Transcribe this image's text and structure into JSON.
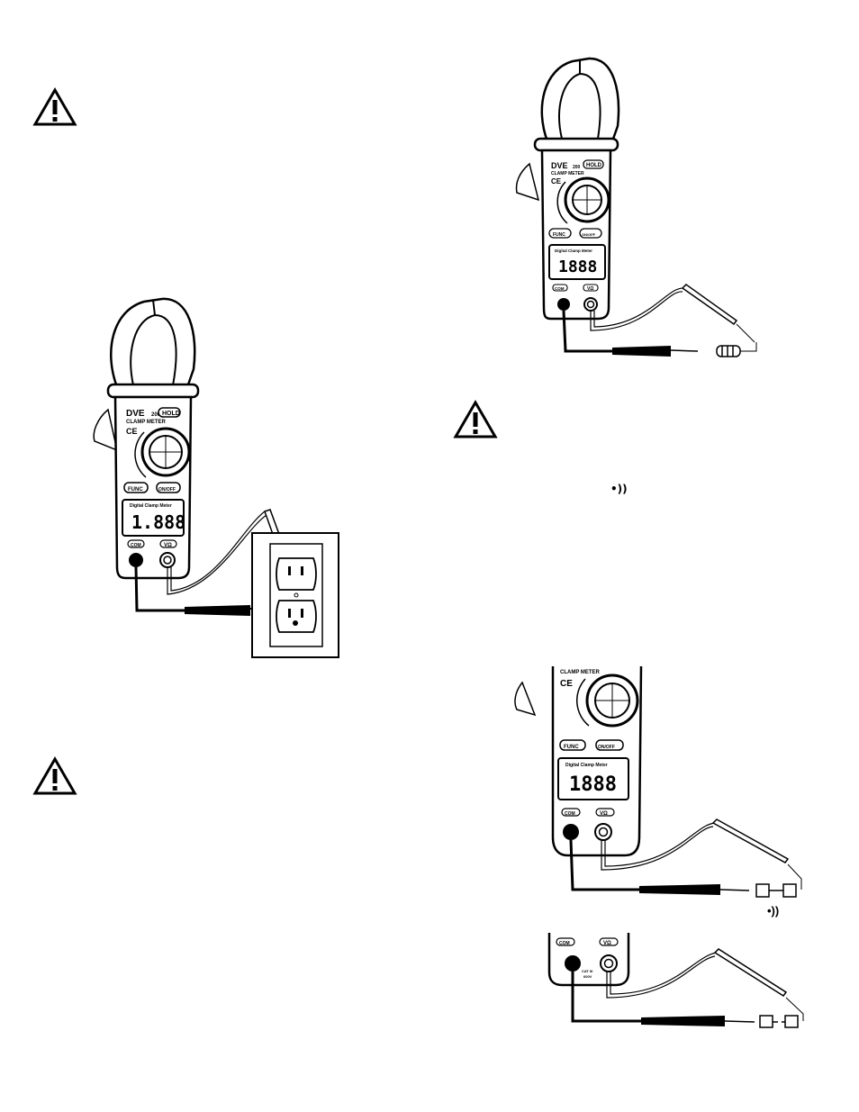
{
  "meter_a": {
    "brand": "DVE",
    "model": "200",
    "title": "CLAMP METER",
    "hold": "HOLD",
    "func_left": "FUNC",
    "func_right": "ON/OFF",
    "lcd_label": "Digital Clamp Meter",
    "lcd_digits": "1.888",
    "lcd_digits_short": "1888",
    "com": "COM",
    "vohm": "VΩ",
    "cat": "CAT III",
    "maxv": "600V"
  },
  "symbols": {
    "continuity": "•))"
  }
}
